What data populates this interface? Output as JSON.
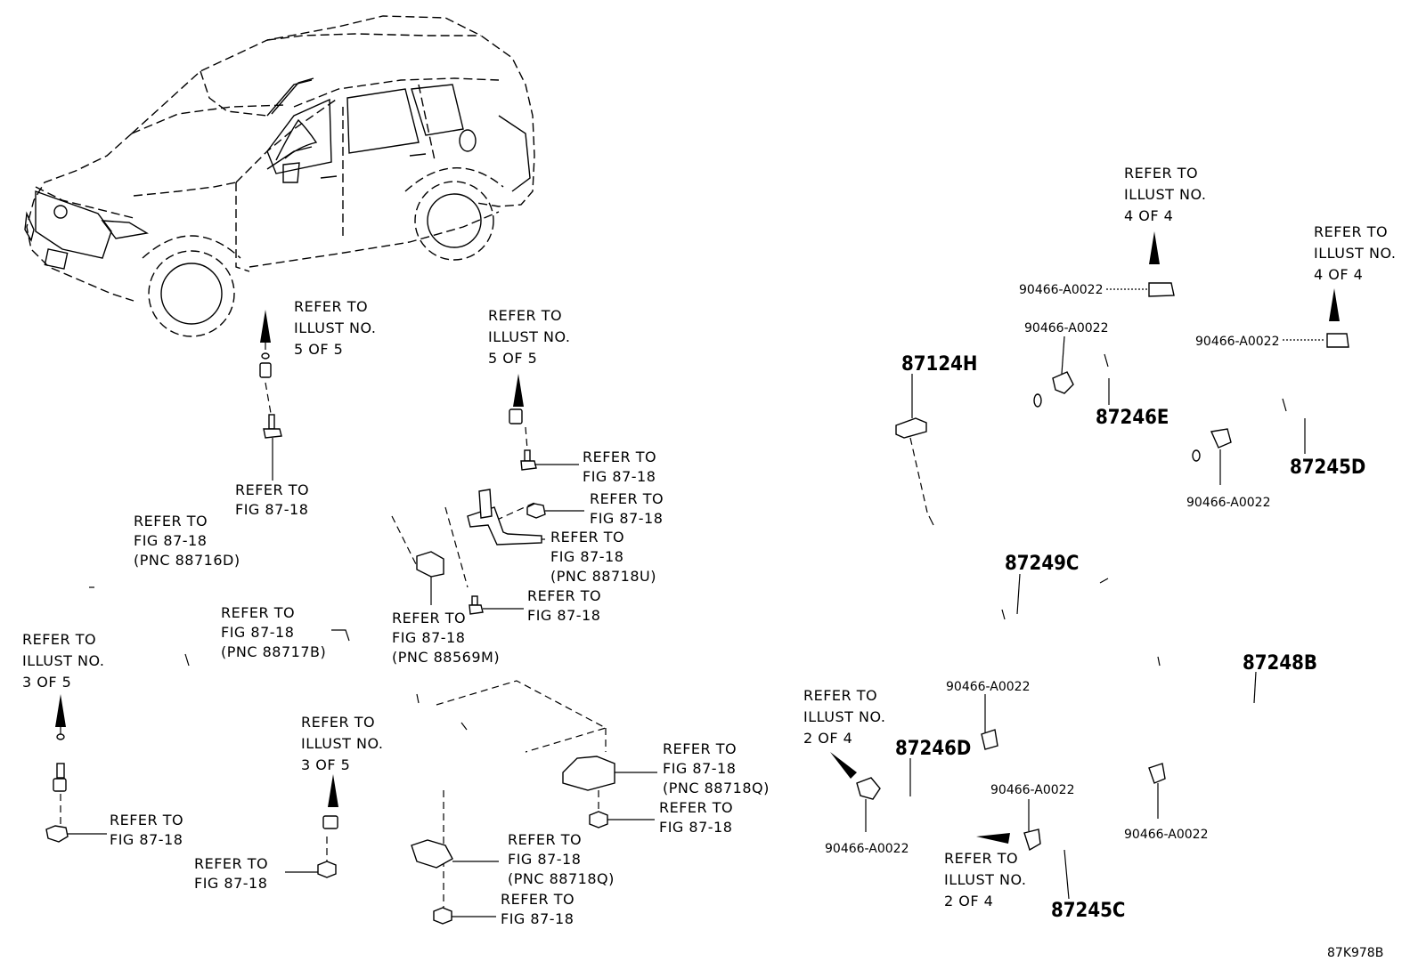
{
  "labels": {
    "ref_5of5_a": [
      "REFER TO",
      "ILLUST NO.",
      "5 OF 5"
    ],
    "ref_5of5_b": [
      "REFER TO",
      "ILLUST NO.",
      "5 OF 5"
    ],
    "ref_3of5_a": [
      "REFER TO",
      "ILLUST NO.",
      "3 OF 5"
    ],
    "ref_3of5_b": [
      "REFER TO",
      "ILLUST NO.",
      "3 OF 5"
    ],
    "ref_4of4_a": [
      "REFER TO",
      "ILLUST NO.",
      "4 OF 4"
    ],
    "ref_4of4_b": [
      "REFER TO",
      "ILLUST NO.",
      "4 OF 4"
    ],
    "ref_2of4_a": [
      "REFER TO",
      "ILLUST NO.",
      "2 OF 4"
    ],
    "ref_2of4_b": [
      "REFER TO",
      "ILLUST NO.",
      "2 OF 4"
    ],
    "fig_1": [
      "REFER TO",
      "FIG 87-18"
    ],
    "fig_2": [
      "REFER TO",
      "FIG 87-18",
      "(PNC 88716D)"
    ],
    "fig_3": [
      "REFER TO",
      "FIG 87-18"
    ],
    "fig_4": [
      "REFER TO",
      "FIG 87-18"
    ],
    "fig_5": [
      "REFER TO",
      "FIG 87-18",
      "(PNC 88717B)"
    ],
    "fig_6": [
      "REFER TO",
      "FIG 87-18"
    ],
    "fig_7": [
      "REFER TO",
      "FIG 87-18"
    ],
    "fig_8": [
      "REFER TO",
      "FIG 87-18",
      "(PNC 88718U)"
    ],
    "fig_9": [
      "REFER TO",
      "FIG 87-18"
    ],
    "fig_10": [
      "REFER TO",
      "FIG 87-18",
      "(PNC 88569M)"
    ],
    "fig_11": [
      "REFER TO",
      "FIG 87-18",
      "(PNC 88718Q)"
    ],
    "fig_12": [
      "REFER TO",
      "FIG 87-18"
    ],
    "fig_13": [
      "REFER TO",
      "FIG 87-18",
      "(PNC 88718Q)"
    ],
    "fig_14": [
      "REFER TO",
      "FIG 87-18"
    ]
  },
  "parts": {
    "p87124H": "87124H",
    "p87246E": "87246E",
    "p87245D": "87245D",
    "p87249C": "87249C",
    "p87248B": "87248B",
    "p87246D": "87246D",
    "p87245C": "87245C",
    "clamp": "90466-A0022"
  },
  "illustration_code": "87K978B"
}
